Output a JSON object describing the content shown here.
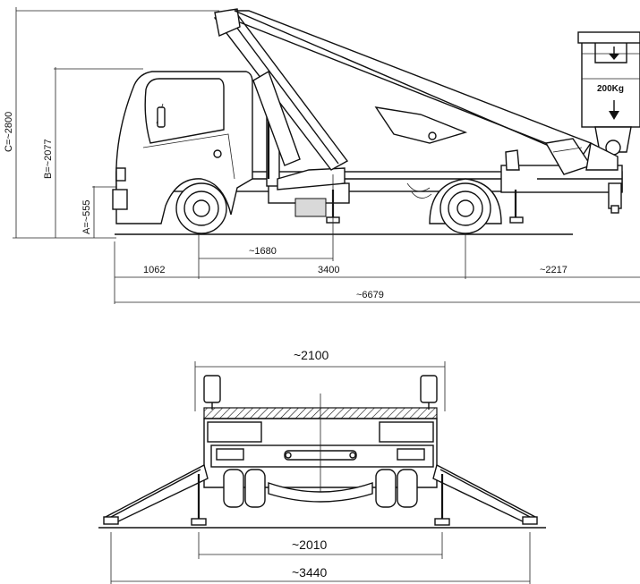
{
  "side_view": {
    "height_C": "C=~2800",
    "height_B": "B=~2077",
    "height_A": "A=~555",
    "dim_1680": "~1680",
    "dim_1062": "1062",
    "dim_3400": "3400",
    "dim_2217": "~2217",
    "dim_6679": "~6679",
    "basket_load": "200Kg"
  },
  "front_view": {
    "dim_2100": "~2100",
    "dim_2010": "~2010",
    "dim_3440": "~3440"
  }
}
